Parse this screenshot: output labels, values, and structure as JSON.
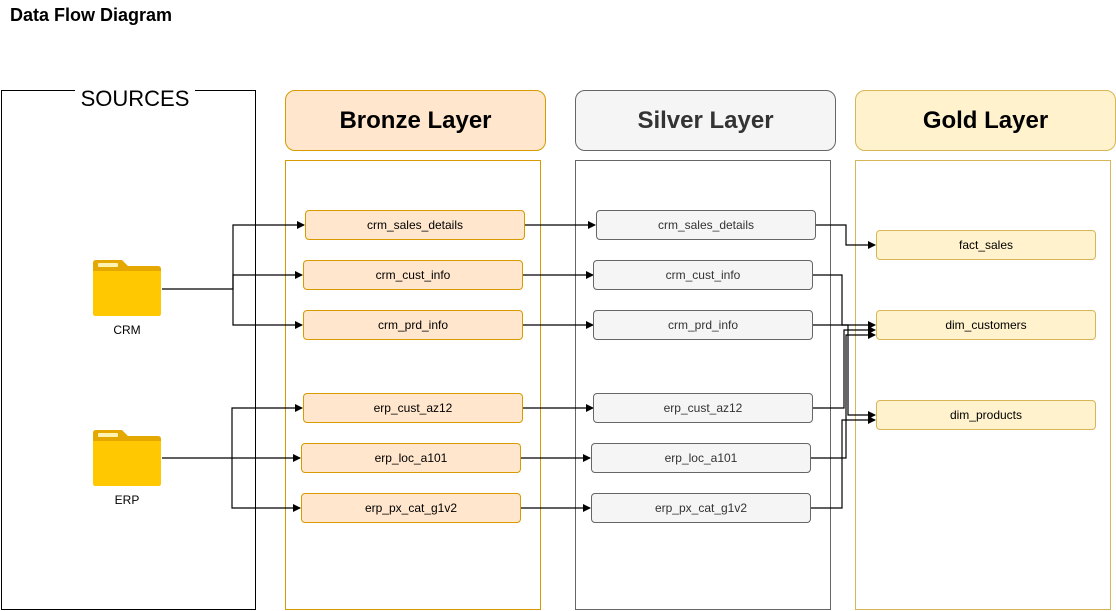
{
  "title": "Data Flow Diagram",
  "sources": {
    "title": "SOURCES",
    "items": [
      {
        "label": "CRM",
        "icon": "folder-icon"
      },
      {
        "label": "ERP",
        "icon": "folder-icon"
      }
    ]
  },
  "layers": {
    "bronze": {
      "title": "Bronze Layer",
      "nodes": [
        "crm_sales_details",
        "crm_cust_info",
        "crm_prd_info",
        "erp_cust_az12",
        "erp_loc_a101",
        "erp_px_cat_g1v2"
      ]
    },
    "silver": {
      "title": "Silver Layer",
      "nodes": [
        "crm_sales_details",
        "crm_cust_info",
        "crm_prd_info",
        "erp_cust_az12",
        "erp_loc_a101",
        "erp_px_cat_g1v2"
      ]
    },
    "gold": {
      "title": "Gold Layer",
      "nodes": [
        "fact_sales",
        "dim_customers",
        "dim_products"
      ]
    }
  },
  "colors": {
    "bronze_fill": "#ffe6cc",
    "bronze_stroke": "#d79b00",
    "silver_fill": "#f5f5f5",
    "silver_stroke": "#666666",
    "gold_fill": "#fff2cc",
    "gold_stroke": "#d6b656",
    "folder": "#ffc000"
  }
}
